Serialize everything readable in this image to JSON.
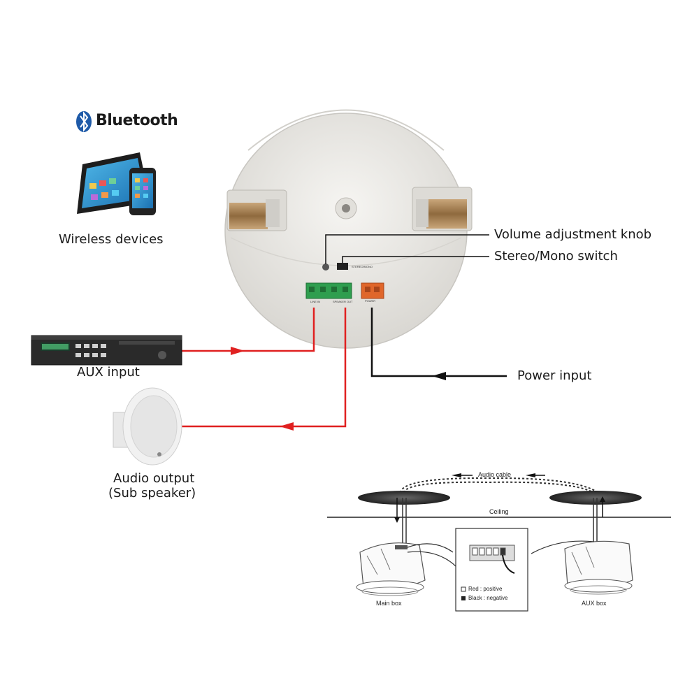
{
  "brand": {
    "bluetooth": "Bluetooth",
    "bluetooth_icon": "bluetooth-icon"
  },
  "labels": {
    "wireless_devices": "Wireless devices",
    "aux_input": "AUX input",
    "audio_output_line1": "Audio output",
    "audio_output_line2": "(Sub speaker)",
    "volume_knob": "Volume adjustment knob",
    "stereo_mono": "Stereo/Mono switch",
    "power_input": "Power input"
  },
  "speaker_panel": {
    "stereo_mono_tag": "STEREO/MONO",
    "power_tag": "POWER",
    "line_in_tag": "LINE IN",
    "speaker_out_tag": "SPEAKER OUT"
  },
  "install_diagram": {
    "audio_cable": "Audio cable",
    "ceiling": "Ceiling",
    "main_box": "Main box",
    "aux_box": "AUX box",
    "red_legend": "Red : positive",
    "black_legend": "Black : negative"
  },
  "colors": {
    "signal_red": "#e02020",
    "power_black": "#111111",
    "terminal_green": "#2f9e4f",
    "terminal_orange": "#e0662a",
    "speaker_body": "#ecebe8",
    "bluetooth_blue": "#1e5aa8"
  }
}
